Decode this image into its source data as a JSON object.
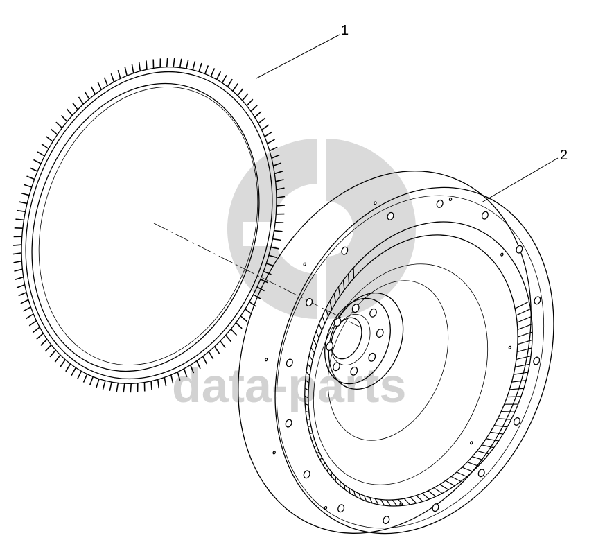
{
  "watermark": {
    "text": "data-parts",
    "logo_color": "#d4d4d4",
    "logo_icon": "gb-logo-icon"
  },
  "callouts": [
    {
      "label": "1",
      "part": "ring-gear"
    },
    {
      "label": "2",
      "part": "flywheel"
    }
  ],
  "colors": {
    "line": "#000000",
    "background": "#ffffff"
  }
}
